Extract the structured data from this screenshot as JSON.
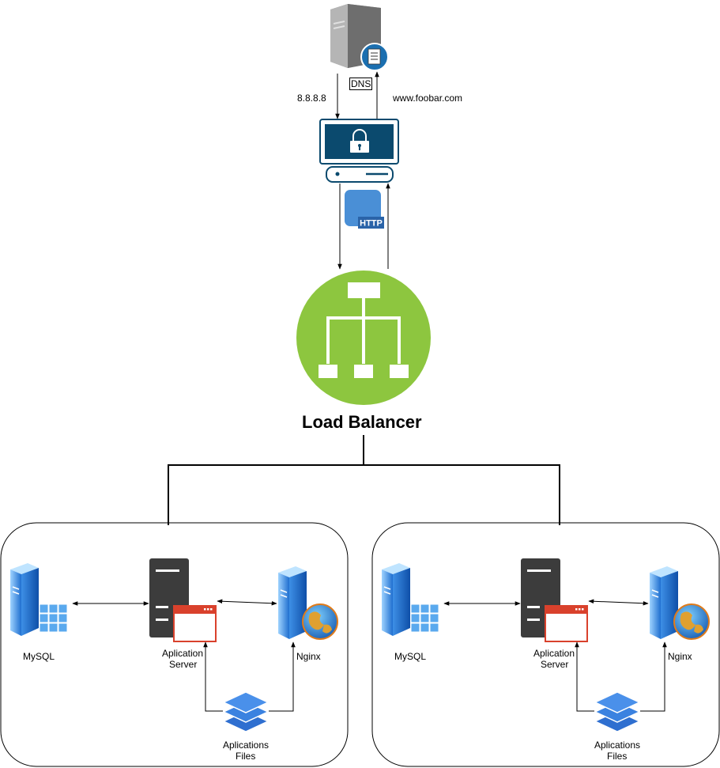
{
  "dns": {
    "label": "DNS",
    "query_label": "8.8.8.8",
    "domain_label": "www.foobar.com"
  },
  "http_badge": "HTTP",
  "load_balancer": {
    "label": "Load Balancer"
  },
  "clusters": [
    {
      "mysql_label": "MySQL",
      "app_server_label_1": "Aplication",
      "app_server_label_2": "Server",
      "nginx_label": "Nginx",
      "files_label_1": "Aplications",
      "files_label_2": "Files"
    },
    {
      "mysql_label": "MySQL",
      "app_server_label_1": "Aplication",
      "app_server_label_2": "Server",
      "nginx_label": "Nginx",
      "files_label_1": "Aplications",
      "files_label_2": "Files"
    }
  ],
  "colors": {
    "lb_green": "#8dc63f",
    "firewall_navy": "#0b4a6e",
    "http_blue": "#4a8fd6",
    "browser_red": "#d9412c",
    "layers_blue": "#3b82e0",
    "server_blue": "#2f8fe0"
  }
}
